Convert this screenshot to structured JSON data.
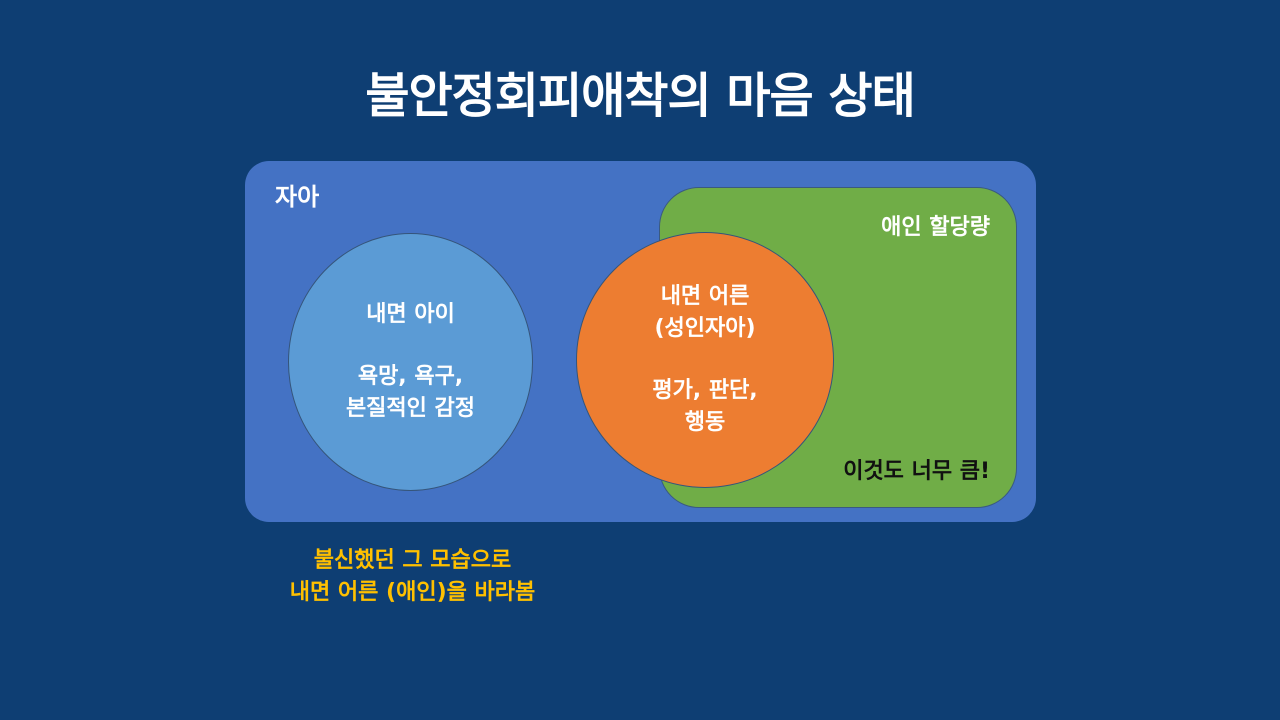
{
  "title": "불안정회피애착의 마음 상태",
  "diagram": {
    "self_box": {
      "label": "자아",
      "color": "#4472c4"
    },
    "quota_box": {
      "label": "애인 할당량",
      "note": "이것도 너무 큼!",
      "color": "#70ad47"
    },
    "inner_child": {
      "title": "내면 아이",
      "desc_line1": "욕망, 욕구,",
      "desc_line2": "본질적인 감정",
      "color": "#5b9bd5"
    },
    "inner_adult": {
      "title_line1": "내면 어른",
      "title_line2": "(성인자아)",
      "desc_line1": "평가, 판단,",
      "desc_line2": "행동",
      "color": "#ed7d31"
    }
  },
  "caption": {
    "line1": "불신했던 그 모습으로",
    "line2": "내면 어른 (애인)을 바라봄",
    "color": "#ffc000"
  },
  "colors": {
    "background": "#0e3e73"
  }
}
